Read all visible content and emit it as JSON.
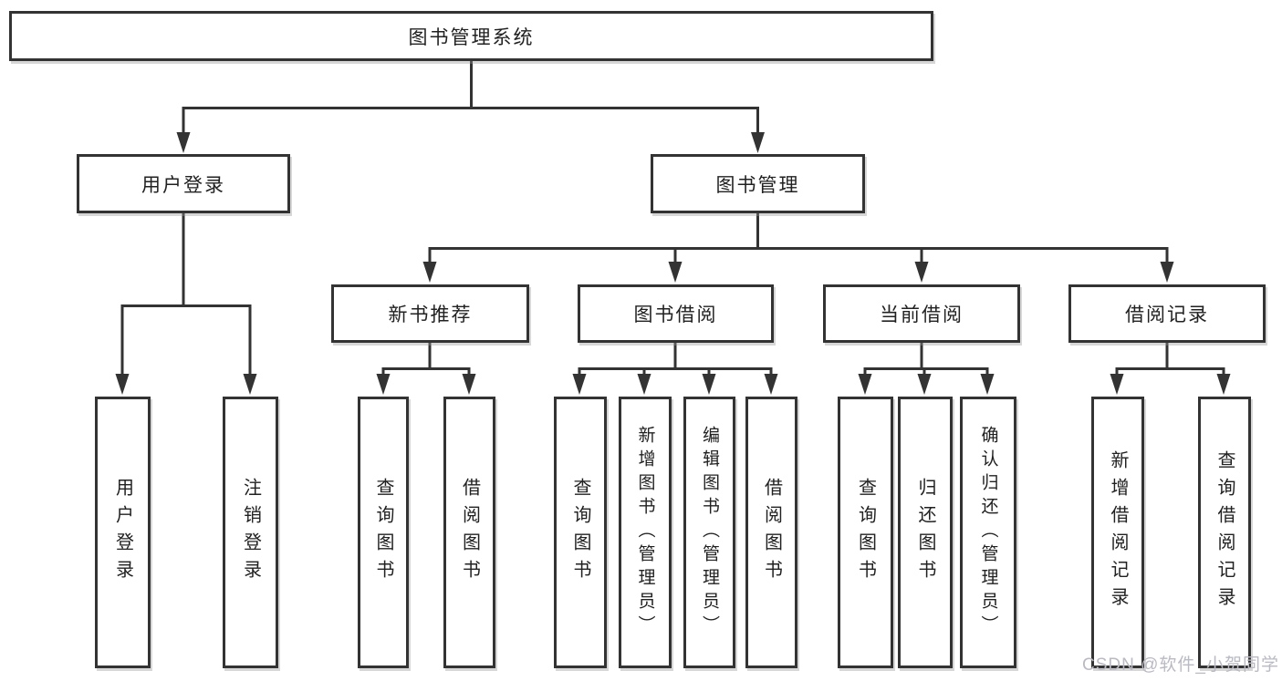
{
  "diagram": {
    "root": {
      "label": "图书管理系统"
    },
    "level2": [
      {
        "label": "用户登录"
      },
      {
        "label": "图书管理"
      }
    ],
    "level3": [
      {
        "label": "新书推荐"
      },
      {
        "label": "图书借阅"
      },
      {
        "label": "当前借阅"
      },
      {
        "label": "借阅记录"
      }
    ],
    "leaves": {
      "login": [
        "用户登录",
        "注销登录"
      ],
      "recommend": [
        "查询图书",
        "借阅图书"
      ],
      "borrow": [
        "查询图书",
        "新增图书（管理员）",
        "编辑图书（管理员）",
        "借阅图书"
      ],
      "current": [
        "查询图书",
        "归还图书",
        "确认归还（管理员）"
      ],
      "records": [
        "新增借阅记录",
        "查询借阅记录"
      ]
    }
  },
  "watermark": "CSDN @软件_小贺同学",
  "colors": {
    "line": "#333333",
    "box_border": "#333333",
    "text": "#212121",
    "watermark": "#b9bac3",
    "background": "#ffffff"
  }
}
